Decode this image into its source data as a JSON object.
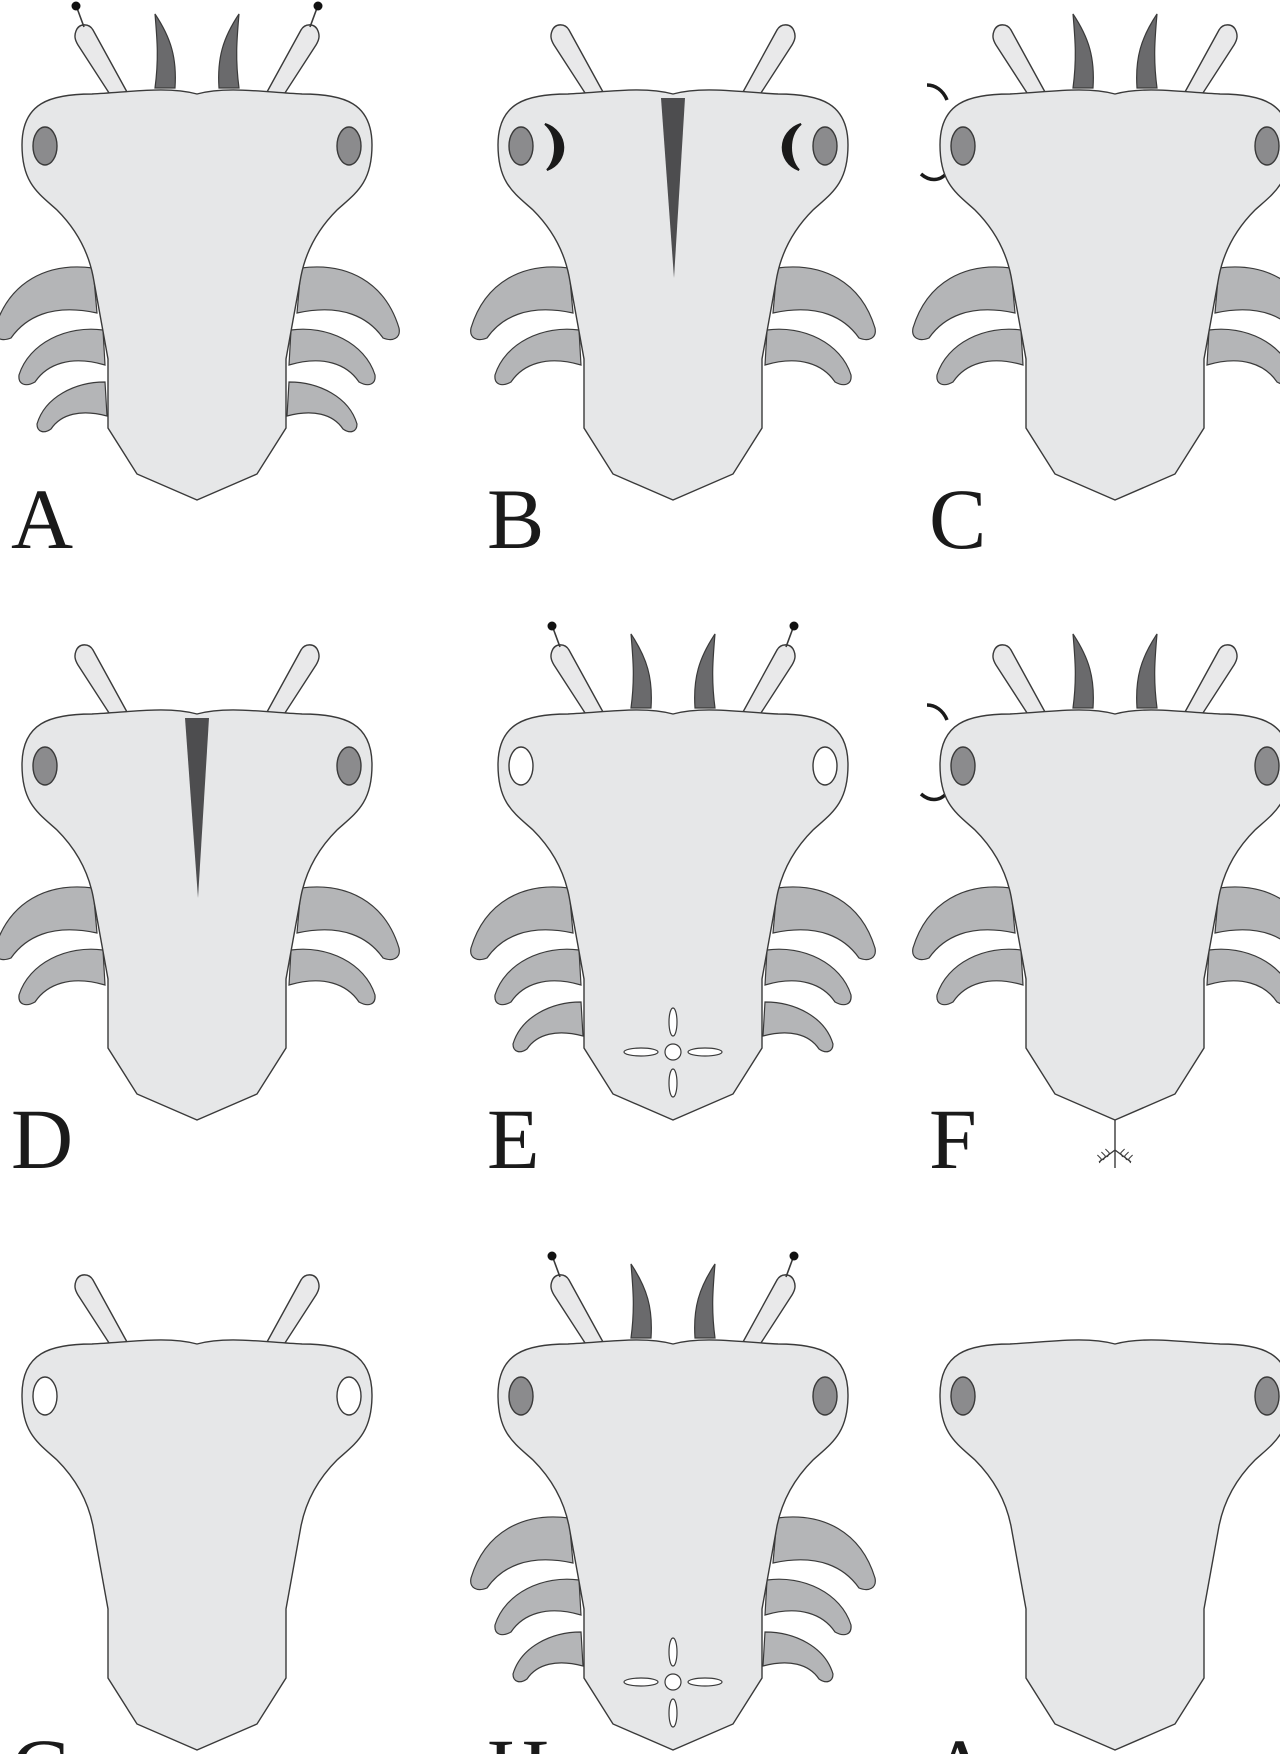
{
  "colors": {
    "body": "#e6e7e8",
    "outline": "#3a3a3a",
    "leg": "#b4b5b7",
    "eye": "#8b8b8d",
    "eye_pale": "#ffffff",
    "antennule": "#e9e9ea",
    "frontal_appendage": "#6a6a6c",
    "median_stripe": "#4d4d4f",
    "hook": "#1a1a1a"
  },
  "panels": [
    {
      "label": "A",
      "antennule_tips": true,
      "frontal_appendages": true,
      "eye": "dark",
      "eye_hooks": false,
      "median_stripe": false,
      "lateral_hooks": false,
      "leg_pairs": 3,
      "ventral_cross": false,
      "tail_branch": false
    },
    {
      "label": "B",
      "antennule_tips": false,
      "frontal_appendages": false,
      "eye": "dark",
      "eye_hooks": true,
      "median_stripe": true,
      "lateral_hooks": false,
      "leg_pairs": 2,
      "ventral_cross": false,
      "tail_branch": false
    },
    {
      "label": "C",
      "antennule_tips": false,
      "frontal_appendages": true,
      "eye": "dark",
      "eye_hooks": false,
      "median_stripe": false,
      "lateral_hooks": true,
      "leg_pairs": 2,
      "ventral_cross": false,
      "tail_branch": false
    },
    {
      "label": "D",
      "antennule_tips": false,
      "frontal_appendages": false,
      "eye": "dark",
      "eye_hooks": false,
      "median_stripe": true,
      "lateral_hooks": false,
      "leg_pairs": 2,
      "ventral_cross": false,
      "tail_branch": false
    },
    {
      "label": "E",
      "antennule_tips": true,
      "frontal_appendages": true,
      "eye": "pale",
      "eye_hooks": false,
      "median_stripe": false,
      "lateral_hooks": false,
      "leg_pairs": 3,
      "ventral_cross": true,
      "tail_branch": false
    },
    {
      "label": "F",
      "antennule_tips": false,
      "frontal_appendages": true,
      "eye": "dark",
      "eye_hooks": false,
      "median_stripe": false,
      "lateral_hooks": true,
      "leg_pairs": 2,
      "ventral_cross": false,
      "tail_branch": true
    },
    {
      "label": "G",
      "antennule_tips": false,
      "frontal_appendages": false,
      "eye": "pale",
      "eye_hooks": false,
      "median_stripe": false,
      "lateral_hooks": false,
      "leg_pairs": 0,
      "ventral_cross": false,
      "tail_branch": false
    },
    {
      "label": "H",
      "antennule_tips": true,
      "frontal_appendages": true,
      "eye": "dark",
      "eye_hooks": false,
      "median_stripe": false,
      "lateral_hooks": false,
      "leg_pairs": 3,
      "ventral_cross": true,
      "tail_branch": false
    },
    {
      "label": "Anc",
      "antennule_tips": false,
      "frontal_appendages": false,
      "eye": "dark",
      "eye_hooks": false,
      "median_stripe": false,
      "lateral_hooks": false,
      "leg_pairs": 0,
      "antennules": false,
      "ventral_cross": false,
      "tail_branch": false
    }
  ]
}
